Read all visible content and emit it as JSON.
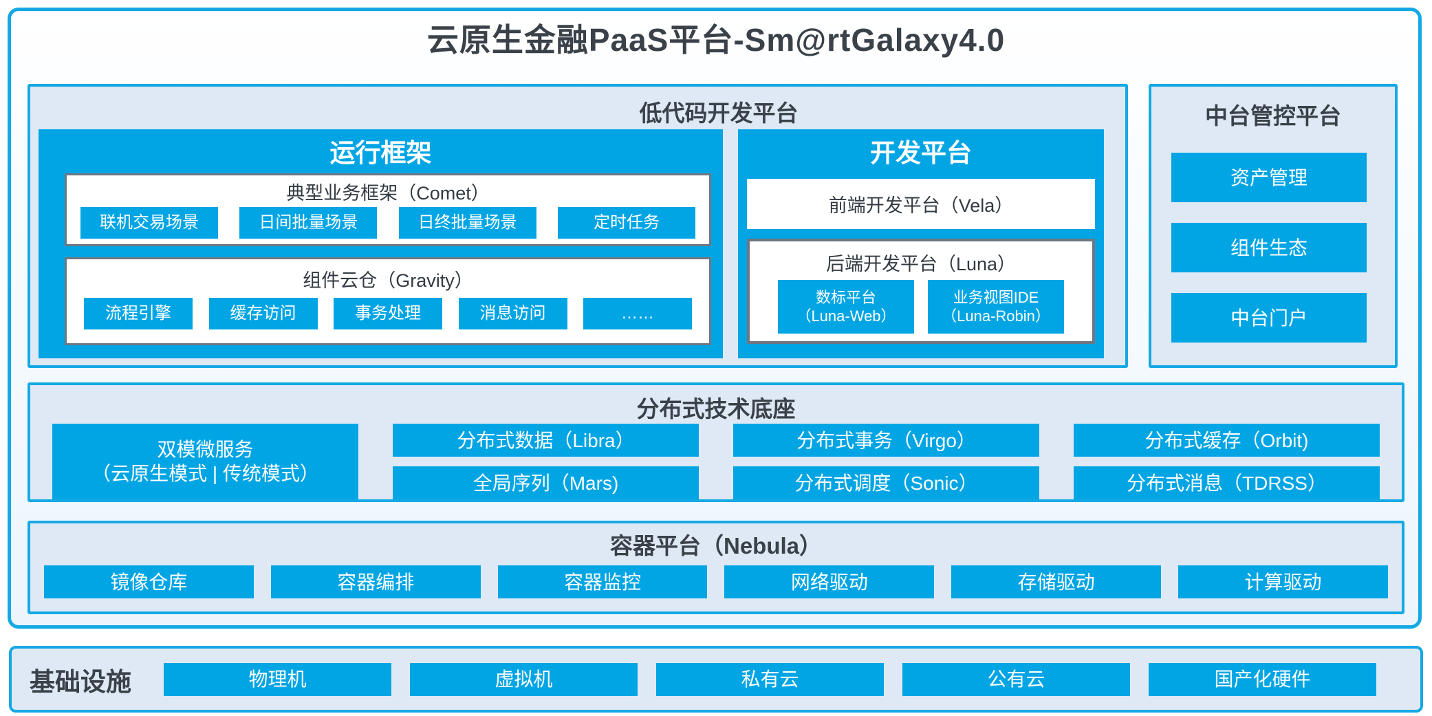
{
  "title": "云原生金融PaaS平台-Sm@rtGalaxy4.0",
  "colors": {
    "accent_blue": "#02a5e4",
    "border_cyan": "#14a9e4",
    "section_fill": "#dfe9f5",
    "inner_gray_border": "#6e7681",
    "dark_text": "#39404a"
  },
  "lowcode": {
    "header": "低代码开发平台",
    "runtime": {
      "title": "运行框架",
      "comet": {
        "title": "典型业务框架（Comet）",
        "items": [
          "联机交易场景",
          "日间批量场景",
          "日终批量场景",
          "定时任务"
        ]
      },
      "gravity": {
        "title": "组件云仓（Gravity）",
        "items": [
          "流程引擎",
          "缓存访问",
          "事务处理",
          "消息访问",
          "……"
        ]
      }
    },
    "dev": {
      "title": "开发平台",
      "vela": "前端开发平台（Vela）",
      "luna": {
        "title": "后端开发平台（Luna）",
        "items": [
          {
            "line1": "数标平台",
            "line2": "（Luna-Web）"
          },
          {
            "line1": "业务视图IDE",
            "line2": "（Luna-Robin）"
          }
        ]
      }
    }
  },
  "midplatform": {
    "header": "中台管控平台",
    "items": [
      "资产管理",
      "组件生态",
      "中台门户"
    ]
  },
  "distributed": {
    "header": "分布式技术底座",
    "dual": {
      "line1": "双模微服务",
      "line2": "（云原生模式 | 传统模式）"
    },
    "columns": [
      [
        "分布式数据（Libra）",
        "全局序列（Mars)"
      ],
      [
        "分布式事务（Virgo）",
        "分布式调度（Sonic）"
      ],
      [
        "分布式缓存（Orbit)",
        "分布式消息（TDRSS）"
      ]
    ]
  },
  "container": {
    "header": "容器平台（Nebula）",
    "items": [
      "镜像仓库",
      "容器编排",
      "容器监控",
      "网络驱动",
      "存储驱动",
      "计算驱动"
    ]
  },
  "infrastructure": {
    "header": "基础设施",
    "items": [
      "物理机",
      "虚拟机",
      "私有云",
      "公有云",
      "国产化硬件"
    ]
  }
}
